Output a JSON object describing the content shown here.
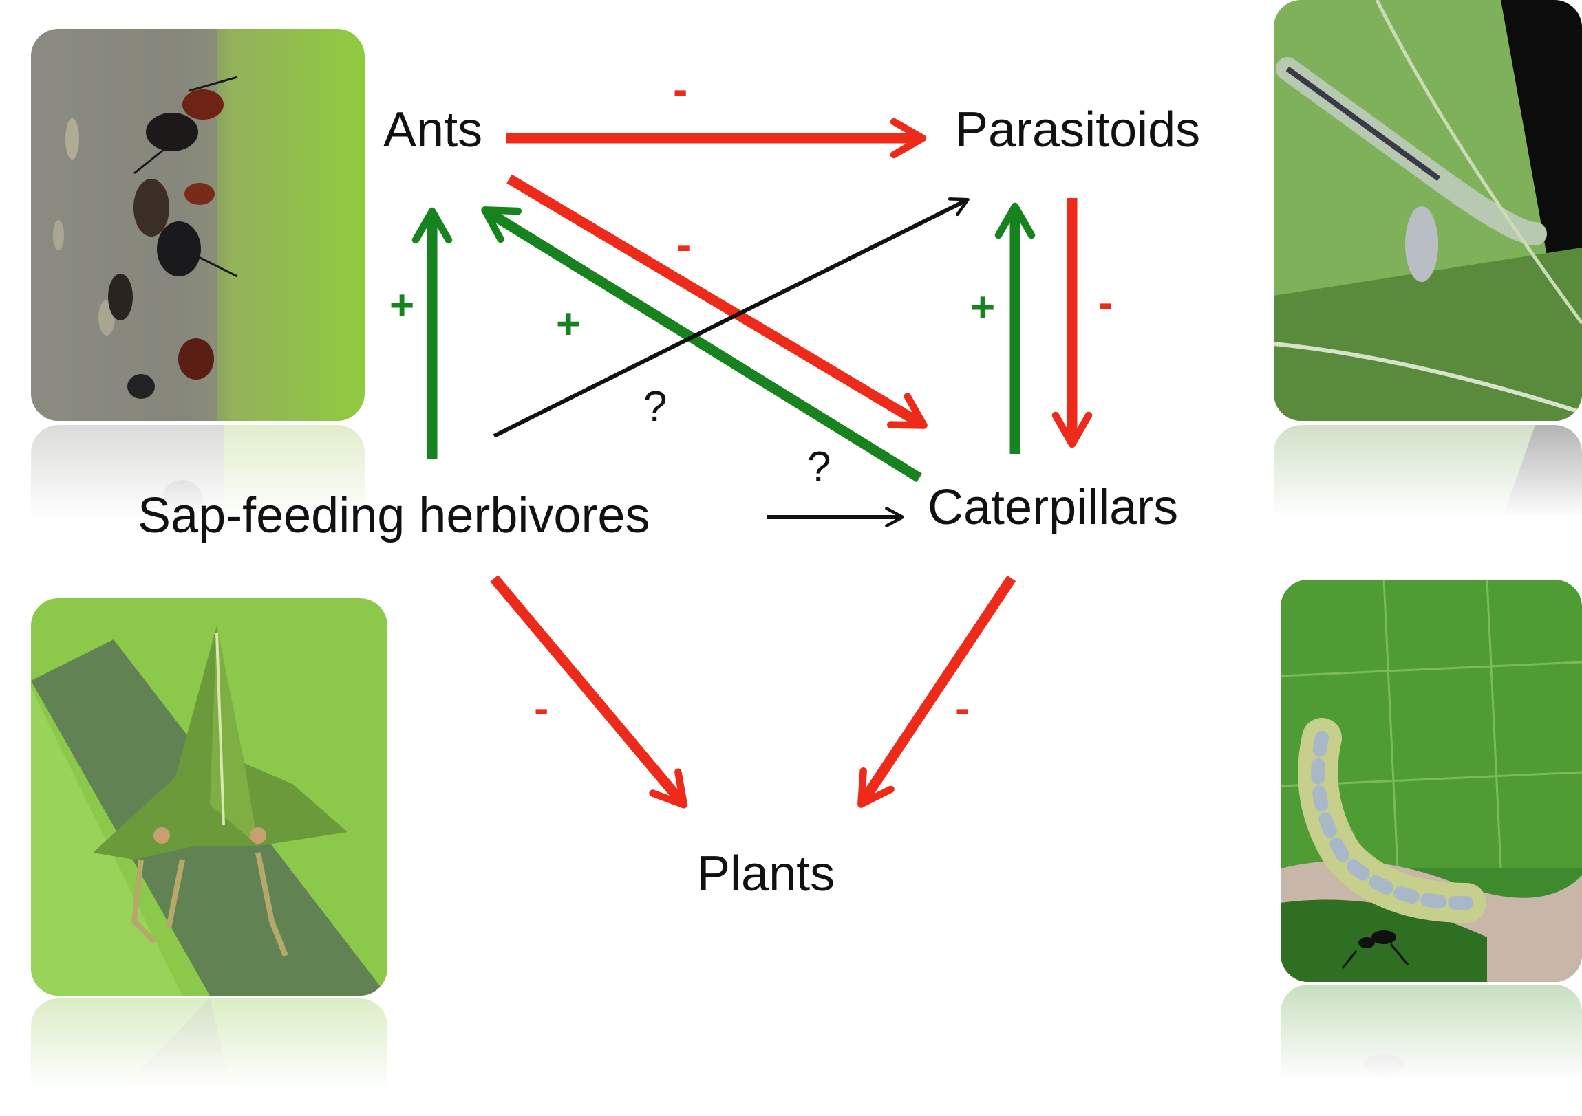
{
  "colors": {
    "negative": "#ee2a1b",
    "positive": "#17831e",
    "unknown": "#111111",
    "text": "#111111"
  },
  "nodes": {
    "ants": "Ants",
    "parasitoids": "Parasitoids",
    "sap_feeding_herbivores": "Sap-feeding herbivores",
    "caterpillars": "Caterpillars",
    "plants": "Plants"
  },
  "edges": [
    {
      "from": "Ants",
      "to": "Parasitoids",
      "effect": "negative",
      "label": "-"
    },
    {
      "from": "Ants",
      "to": "Caterpillars",
      "effect": "negative",
      "label": "-"
    },
    {
      "from": "Sap-feeding herbivores",
      "to": "Ants",
      "effect": "positive",
      "label": "+"
    },
    {
      "from": "Caterpillars",
      "to": "Ants",
      "effect": "positive",
      "label": "+"
    },
    {
      "from": "Sap-feeding herbivores",
      "to": "Parasitoids",
      "effect": "unknown",
      "label": "?"
    },
    {
      "from": "Sap-feeding herbivores",
      "to": "Caterpillars",
      "effect": "unknown",
      "label": "?"
    },
    {
      "from": "Caterpillars",
      "to": "Parasitoids",
      "effect": "positive",
      "label": "+"
    },
    {
      "from": "Parasitoids",
      "to": "Caterpillars",
      "effect": "negative",
      "label": "-"
    },
    {
      "from": "Sap-feeding herbivores",
      "to": "Plants",
      "effect": "negative",
      "label": "-"
    },
    {
      "from": "Caterpillars",
      "to": "Plants",
      "effect": "negative",
      "label": "-"
    }
  ],
  "photos": [
    {
      "name": "ants-tending-aphids-photo"
    },
    {
      "name": "parasitized-caterpillar-photo"
    },
    {
      "name": "treehopper-photo"
    },
    {
      "name": "caterpillar-with-ant-photo"
    }
  ]
}
